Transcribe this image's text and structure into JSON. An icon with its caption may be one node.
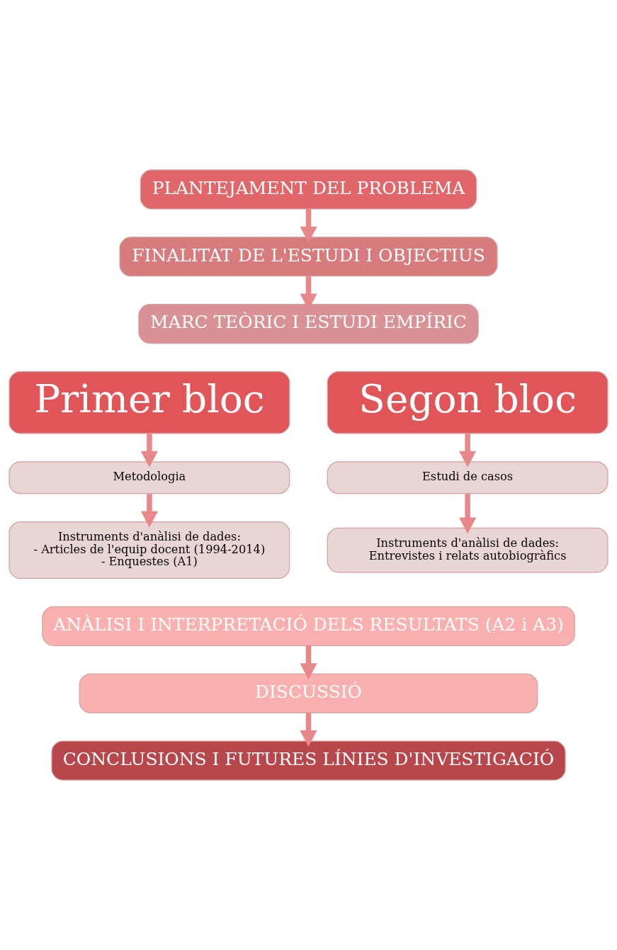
{
  "diagram": {
    "nodes": [
      {
        "text": [
          "PLANTEJAMENT DEL PROBLEMA"
        ]
      },
      {
        "text": [
          "FINALITAT DE L'ESTUDI I OBJECTIUS"
        ]
      },
      {
        "text": [
          "MARC TEÒRIC I ESTUDI EMPÍRIC"
        ]
      },
      {
        "text": [
          "Primer bloc"
        ]
      },
      {
        "text": [
          "Segon bloc"
        ]
      },
      {
        "text": [
          "Metodologia"
        ]
      },
      {
        "text": [
          "Instruments d'anàlisi de dades: - Articles de l'equip docent (1994-2014) - Enquestes (A1)"
        ]
      },
      {
        "text": [
          "Estudi de casos"
        ]
      },
      {
        "text": [
          "Instruments d'anàlisi de dades: Entrevistes i relats autobiogràfics"
        ]
      },
      {
        "text": [
          "ANÀLISI I INTERPRETACIÓ DELS RESULTATS (A2 i A3)"
        ]
      },
      {
        "text": [
          "DISCUSSIÓ"
        ]
      },
      {
        "text": [
          "CONCLUSIONS I FUTURES LÍNIES D'INVESTIGACIÓ"
        ]
      }
    ],
    "edges": [
      {
        "from": 0,
        "to": 1,
        "arrow": "to"
      },
      {
        "from": 1,
        "to": 2,
        "arrow": "to"
      },
      {
        "from": 3,
        "to": 5,
        "arrow": "to"
      },
      {
        "from": 5,
        "to": 6,
        "arrow": "to"
      },
      {
        "from": 4,
        "to": 7,
        "arrow": "to"
      },
      {
        "from": 7,
        "to": 8,
        "arrow": "to"
      },
      {
        "from": 9,
        "to": 10,
        "arrow": "to"
      },
      {
        "from": 10,
        "to": 11,
        "arrow": "to"
      }
    ]
  }
}
